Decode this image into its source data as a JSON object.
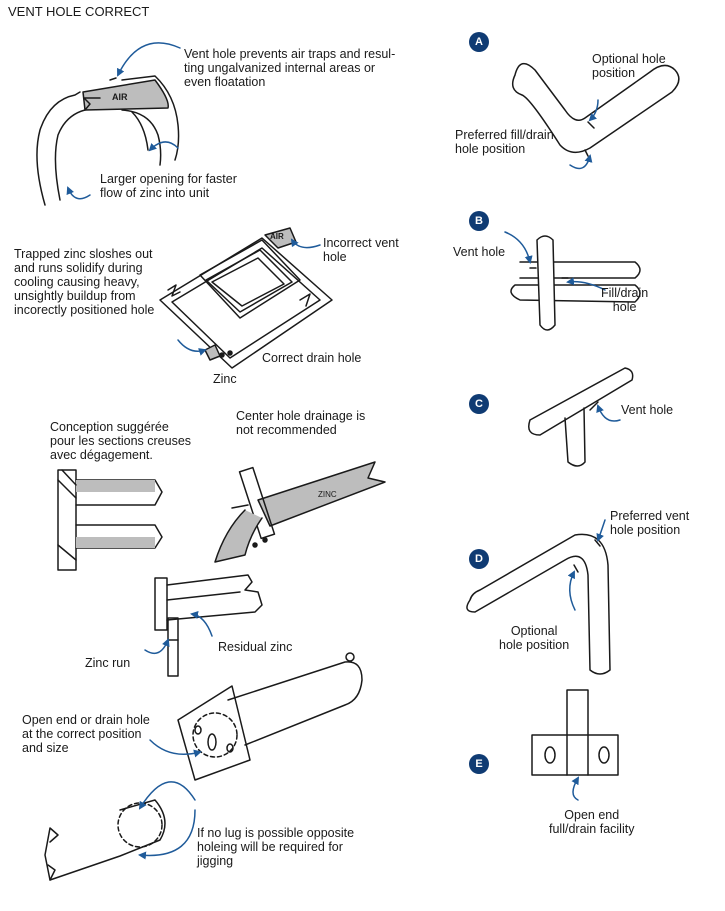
{
  "title": "VENT HOLE CORRECT",
  "colors": {
    "arrow": "#1f5b9a",
    "badge": "#0f3b73",
    "fill": "#bdbdbd",
    "line": "#1a1a1a"
  },
  "left": {
    "vent": {
      "air": "AIR",
      "note": "Vent hole prevents air traps and resul-\nting ungalvanized internal areas or\neven floatation",
      "opening": "Larger opening for faster\nflow of zinc into unit"
    },
    "frame": {
      "air": "AIR",
      "trapped": "Trapped zinc sloshes out\nand runs solidify during\ncooling causing heavy,\nunsightly buildup from\nincorectly positioned hole",
      "incorrect": "Incorrect vent\nhole",
      "correct": "Correct drain hole",
      "zinc": "Zinc"
    },
    "hollow": {
      "conception": "Conception suggérée\npour les sections creuses\navec dégagement.",
      "center": "Center hole drainage is\nnot recommended",
      "zinc": "ZINC"
    },
    "tee": {
      "run": "Zinc run",
      "residual": "Residual zinc"
    },
    "pipe": {
      "open_end": "Open end or drain hole\nat the correct position\nand size"
    },
    "nolug": {
      "note": "If no lug is possible opposite\nholeing will be required for\njigging"
    }
  },
  "right": {
    "A": {
      "badge": "A",
      "optional": "Optional hole\nposition",
      "preferred": "Preferred fill/drain\nhole position"
    },
    "B": {
      "badge": "B",
      "vent": "Vent hole",
      "fill": "Fill/drain\nhole"
    },
    "C": {
      "badge": "C",
      "vent": "Vent hole"
    },
    "D": {
      "badge": "D",
      "preferred": "Preferred vent\nhole position",
      "optional": "Optional\nhole position"
    },
    "E": {
      "badge": "E",
      "open_end": "Open end\nfull/drain facility"
    }
  }
}
